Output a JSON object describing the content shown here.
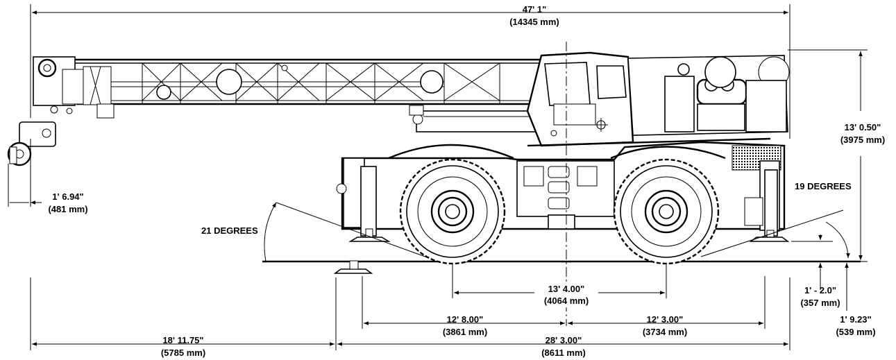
{
  "dimensions": {
    "overall_length": {
      "imperial": "47' 1\"",
      "metric": "(14345 mm)"
    },
    "height": {
      "imperial": "13' 0.50\"",
      "metric": "(3975 mm)"
    },
    "boom_overhang": {
      "imperial": "1' 6.94\"",
      "metric": "(481 mm)"
    },
    "front_angle": {
      "label": "21 DEGREES"
    },
    "rear_angle": {
      "label": "19 DEGREES"
    },
    "wheelbase": {
      "imperial": "13' 4.00\"",
      "metric": "(4064 mm)"
    },
    "front_outrigger_to_center": {
      "imperial": "12' 8.00\"",
      "metric": "(3861 mm)"
    },
    "rear_outrigger_to_center": {
      "imperial": "12' 3.00\"",
      "metric": "(3734 mm)"
    },
    "ground_clearance": {
      "imperial": "1' - 2.0\"",
      "metric": "(357 mm)"
    },
    "outrigger_pad_height": {
      "imperial": "1' 9.23\"",
      "metric": "(539 mm)"
    },
    "front_overhang": {
      "imperial": "18' 11.75\"",
      "metric": "(5785 mm)"
    },
    "carrier_length": {
      "imperial": "28' 3.00\"",
      "metric": "(8611 mm)"
    }
  }
}
